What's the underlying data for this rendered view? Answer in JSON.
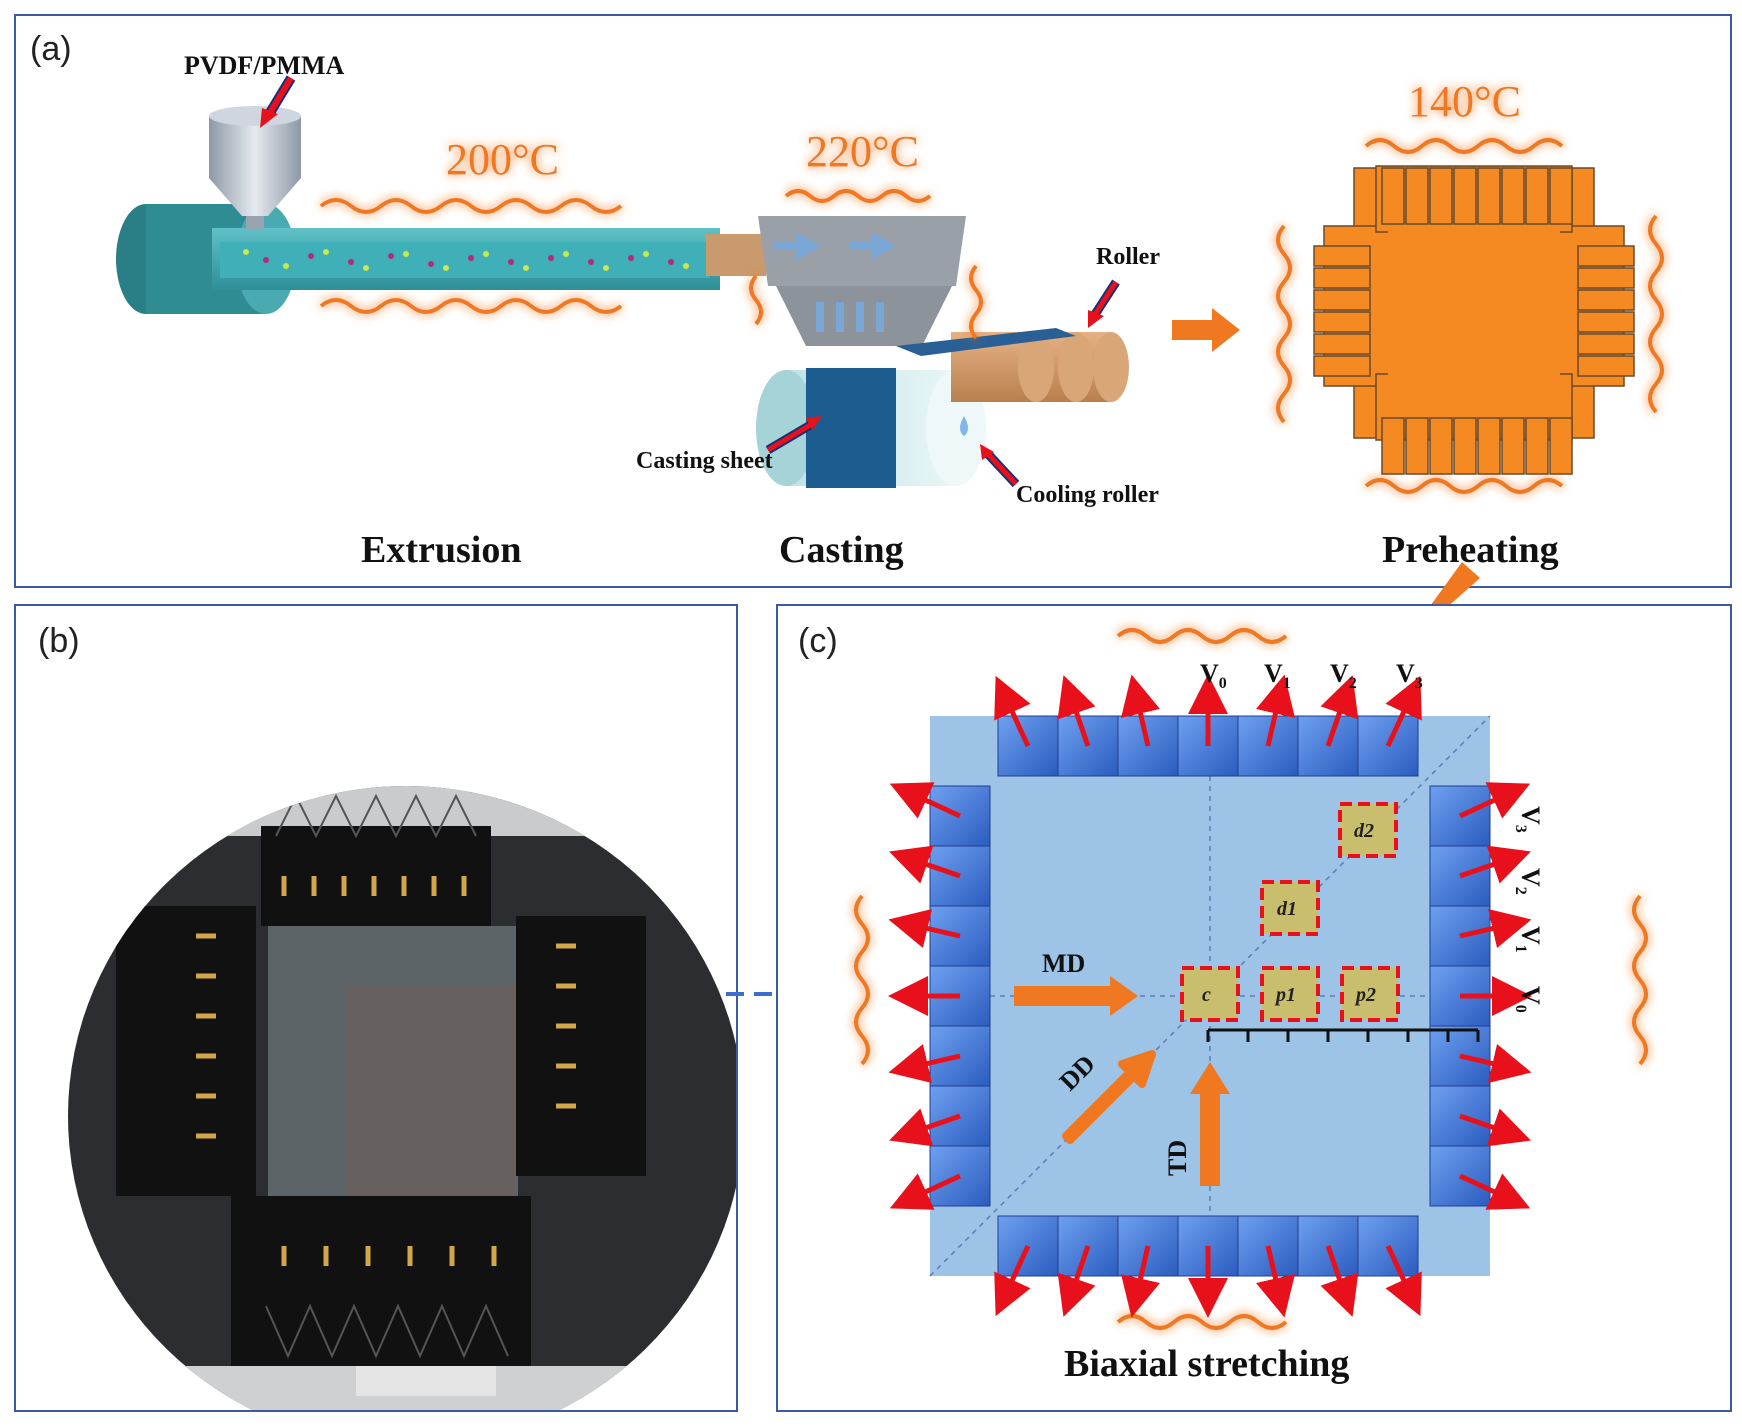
{
  "panels": {
    "a": {
      "label": "(a)",
      "feed": "PVDF/PMMA",
      "temps": [
        "200°C",
        "220°C",
        "140°C"
      ],
      "callouts": [
        "Roller",
        "Casting sheet",
        "Cooling roller"
      ],
      "stages": [
        "Extrusion",
        "Casting",
        "Preheating"
      ]
    },
    "b": {
      "label": "(b)"
    },
    "c": {
      "label": "(c)",
      "velocities_top": [
        "V",
        "V",
        "V",
        "V"
      ],
      "velocities_top_sub": [
        "0",
        "1",
        "2",
        "3"
      ],
      "velocities_right": [
        "V",
        "V",
        "V",
        "V"
      ],
      "velocities_right_sub": [
        "3",
        "2",
        "1",
        "0"
      ],
      "samples": [
        "d2",
        "d1",
        "c",
        "p1",
        "p2"
      ],
      "directions": [
        "MD",
        "DD",
        "TD"
      ],
      "title": "Biaxial stretching"
    }
  },
  "colors": {
    "frame": "#3b5aa0",
    "heat": "#f07820",
    "film": "#9dc3e6",
    "clamp": "#3a6fd0",
    "arrow_red": "#e8101a",
    "sample_fill": "#c9bd6e",
    "sample_border": "#e8101a",
    "preheat": "#f58a22",
    "extruder": "#2a8a8a"
  }
}
